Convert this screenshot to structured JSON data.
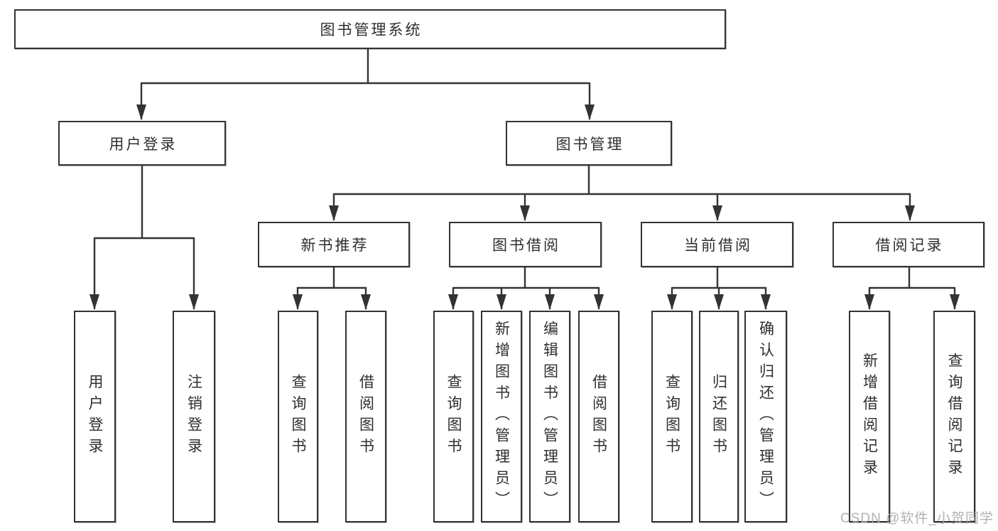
{
  "diagram": {
    "title": "图书管理系统",
    "branches": [
      {
        "label": "用户登录",
        "children": [
          {
            "label": "用户登录"
          },
          {
            "label": "注销登录"
          }
        ]
      },
      {
        "label": "图书管理",
        "children": [
          {
            "label": "新书推荐",
            "children": [
              {
                "label": "查询图书"
              },
              {
                "label": "借阅图书"
              }
            ]
          },
          {
            "label": "图书借阅",
            "children": [
              {
                "label": "查询图书"
              },
              {
                "label": "新增图书（管理员）"
              },
              {
                "label": "编辑图书（管理员）"
              },
              {
                "label": "借阅图书"
              }
            ]
          },
          {
            "label": "当前借阅",
            "children": [
              {
                "label": "查询图书"
              },
              {
                "label": "归还图书"
              },
              {
                "label": "确认归还（管理员）"
              }
            ]
          },
          {
            "label": "借阅记录",
            "children": [
              {
                "label": "新增借阅记录"
              },
              {
                "label": "查询借阅记录"
              }
            ]
          }
        ]
      }
    ]
  },
  "watermark": {
    "text": "CSDN @软件_小贺同学"
  },
  "colors": {
    "line": "#333333",
    "box_border": "#333333",
    "text": "#2f2f2f",
    "watermark": "#aaaaaa",
    "background": "#ffffff"
  }
}
